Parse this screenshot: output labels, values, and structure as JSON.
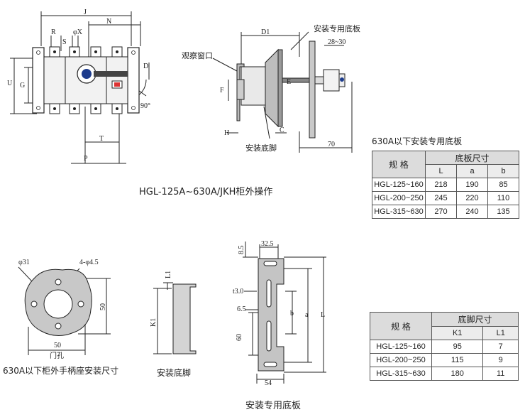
{
  "diagram_top": {
    "dim_labels": [
      "J",
      "N",
      "R",
      "S",
      "φX",
      "U",
      "G",
      "D",
      "90°",
      "T",
      "P"
    ],
    "caption": "HGL-125A~630A/JKH柜外操作"
  },
  "side_view": {
    "plate_label": "安装专用底板",
    "window_label": "观察窗口",
    "foot_label": "安装底脚",
    "dim_labels": [
      "D1",
      "28~30",
      "F",
      "E",
      "H",
      "C",
      "70"
    ]
  },
  "plate_table": {
    "caption": "630A以下安装专用底板",
    "header_model": "规 格",
    "header_group": "底板尺寸",
    "subheaders": [
      "L",
      "a",
      "b"
    ],
    "rows": [
      {
        "model": "HGL-125~160",
        "v1": "218",
        "v2": "190",
        "v3": "85"
      },
      {
        "model": "HGL-200~250",
        "v1": "245",
        "v2": "220",
        "v3": "110"
      },
      {
        "model": "HGL-315~630",
        "v1": "270",
        "v2": "240",
        "v3": "135"
      }
    ]
  },
  "door_hole": {
    "dim_labels": [
      "φ31",
      "4-φ4.5",
      "50",
      "50",
      "门孔"
    ],
    "caption": "630A以下柜外手柄座安装尺寸"
  },
  "foot_detail": {
    "dim_labels": [
      "L1",
      "K1"
    ],
    "caption": "安装底脚"
  },
  "plate_detail": {
    "dim_labels": [
      "8.5",
      "32.5",
      "t3.0",
      "6.5",
      "60",
      "b",
      "a",
      "L",
      "54"
    ],
    "caption": "安装专用底板"
  },
  "foot_table": {
    "header_model": "规 格",
    "header_group": "底脚尺寸",
    "subheaders": [
      "K1",
      "L1"
    ],
    "rows": [
      {
        "model": "HGL-125~160",
        "v1": "95",
        "v2": "7"
      },
      {
        "model": "HGL-200~250",
        "v1": "115",
        "v2": "9"
      },
      {
        "model": "HGL-315~630",
        "v1": "180",
        "v2": "11"
      }
    ]
  }
}
